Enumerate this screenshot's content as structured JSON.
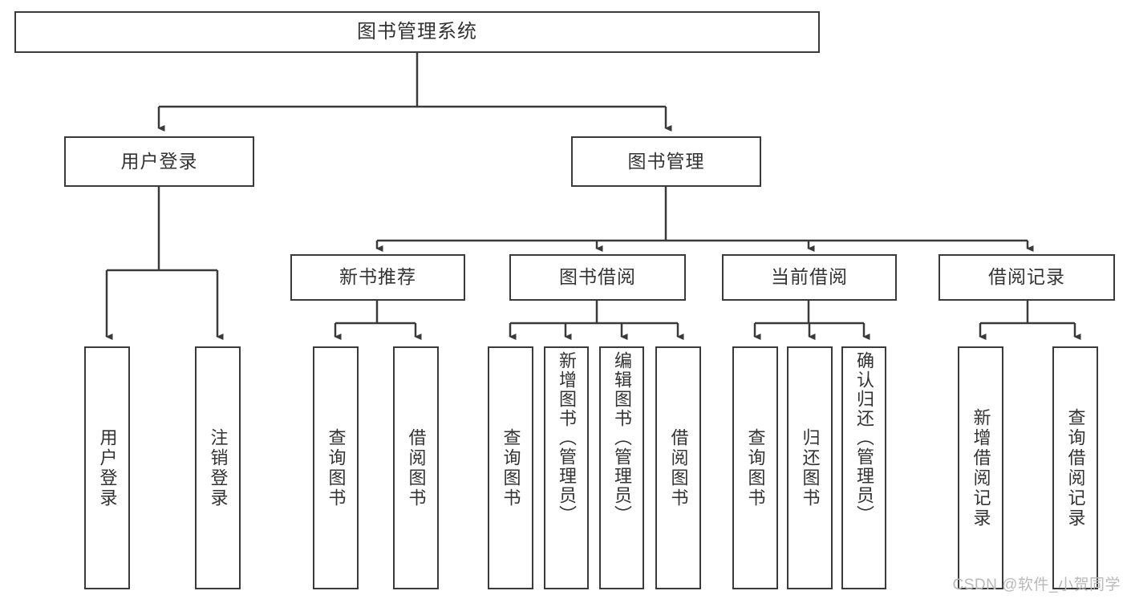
{
  "diagram": {
    "title": "图书管理系统",
    "type": "tree",
    "root": {
      "label": "图书管理系统"
    },
    "level2": [
      {
        "label": "用户登录"
      },
      {
        "label": "图书管理"
      }
    ],
    "level3": [
      {
        "label": "新书推荐"
      },
      {
        "label": "图书借阅"
      },
      {
        "label": "当前借阅"
      },
      {
        "label": "借阅记录"
      }
    ],
    "leaves": {
      "user_login": [
        {
          "label": "用户登录"
        },
        {
          "label": "注销登录"
        }
      ],
      "new_book_recommend": [
        {
          "label": "查询图书"
        },
        {
          "label": "借阅图书"
        }
      ],
      "book_borrow": [
        {
          "label": "查询图书"
        },
        {
          "label": "新增图书（管理员）"
        },
        {
          "label": "编辑图书（管理员）"
        },
        {
          "label": "借阅图书"
        }
      ],
      "current_borrow": [
        {
          "label": "查询图书"
        },
        {
          "label": "归还图书"
        },
        {
          "label": "确认归还（管理员）"
        }
      ],
      "borrow_record": [
        {
          "label": "新增借阅记录"
        },
        {
          "label": "查询借阅记录"
        }
      ]
    }
  },
  "watermark": {
    "text": "CSDN @软件_小贺同学"
  },
  "colors": {
    "box_border": "#3a3a3a",
    "text": "#333333",
    "background": "#ffffff",
    "watermark": "#b9b9b9"
  }
}
